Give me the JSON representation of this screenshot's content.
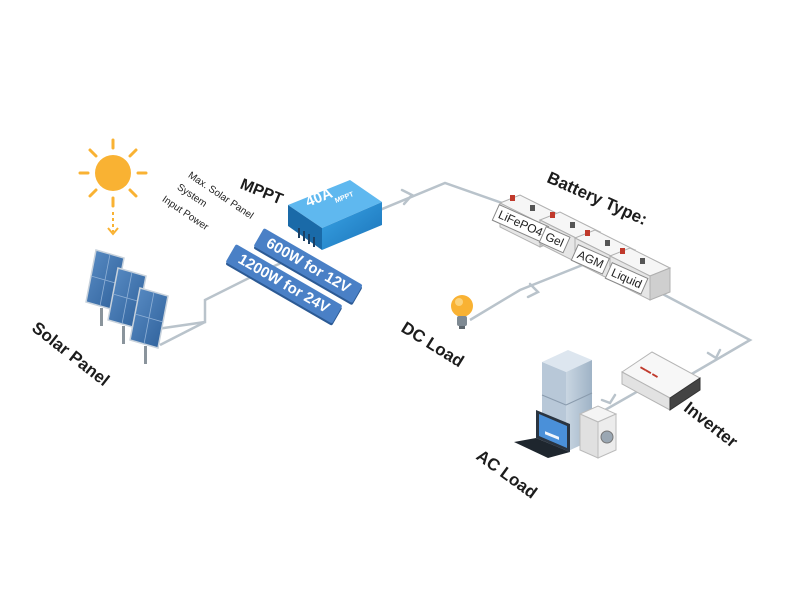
{
  "labels": {
    "solar_panel": "Solar Panel",
    "mppt": "MPPT",
    "battery_type": "Battery Type:",
    "dc_load": "DC Load",
    "ac_load": "AC Load",
    "inverter": "Inverter"
  },
  "max_input": {
    "line1": "Max. Solar Panel",
    "line2": "System",
    "line3": "Input Power"
  },
  "power_tags": {
    "v12": "600W for 12V",
    "v24": "1200W for 24V"
  },
  "controller": {
    "rating": "40A",
    "type": "MPPT"
  },
  "battery_types": [
    "LiFePO4",
    "Gel",
    "AGM",
    "Liquid"
  ],
  "colors": {
    "wire": "#b9c3cb",
    "sun": "#f9b233",
    "controller": "#2a8fd4",
    "tag": "#4a80c6",
    "battery": "#ececec",
    "panel": "#3a6ea8"
  },
  "icons": [
    "sun-icon",
    "solar-panel-icon",
    "controller-icon",
    "battery-icon",
    "bulb-icon",
    "inverter-icon",
    "fridge-icon",
    "laptop-icon",
    "washer-icon",
    "arrow-icon"
  ]
}
